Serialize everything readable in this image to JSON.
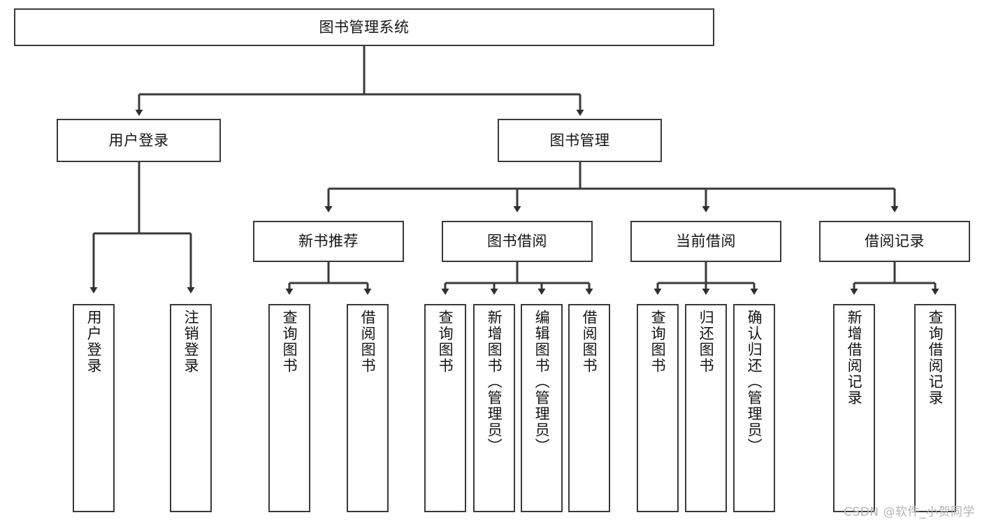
{
  "diagram": {
    "title": "图书管理系统",
    "root": {
      "id": "root",
      "label": "图书管理系统"
    },
    "level2": [
      {
        "id": "user-login",
        "label": "用户登录"
      },
      {
        "id": "book-management",
        "label": "图书管理"
      }
    ],
    "level3": [
      {
        "id": "new-book-recommend",
        "label": "新书推荐"
      },
      {
        "id": "book-borrow",
        "label": "图书借阅"
      },
      {
        "id": "current-borrow",
        "label": "当前借阅"
      },
      {
        "id": "borrow-record",
        "label": "借阅记录"
      }
    ],
    "leaves": {
      "user_login": [
        {
          "id": "leaf-user-login",
          "label": "用户登录"
        },
        {
          "id": "leaf-logout-login",
          "label": "注销登录"
        }
      ],
      "new_book_recommend": [
        {
          "id": "leaf-query-book-1",
          "label": "查询图书"
        },
        {
          "id": "leaf-borrow-book-1",
          "label": "借阅图书"
        }
      ],
      "book_borrow": [
        {
          "id": "leaf-query-book-2",
          "label": "查询图书"
        },
        {
          "id": "leaf-add-book",
          "label": "新增图书（管理员）"
        },
        {
          "id": "leaf-edit-book",
          "label": "编辑图书（管理员）"
        },
        {
          "id": "leaf-borrow-book-2",
          "label": "借阅图书"
        }
      ],
      "current_borrow": [
        {
          "id": "leaf-query-book-3",
          "label": "查询图书"
        },
        {
          "id": "leaf-return-book",
          "label": "归还图书"
        },
        {
          "id": "leaf-confirm-return",
          "label": "确认归还（管理员）"
        }
      ],
      "borrow_record": [
        {
          "id": "leaf-add-borrow-record",
          "label": "新增借阅记录"
        },
        {
          "id": "leaf-query-borrow-record",
          "label": "查询借阅记录"
        }
      ]
    }
  },
  "watermark": {
    "text": "CSDN @软件_小贺同学",
    "color": "#b4b4b4"
  },
  "colors": {
    "stroke": "#3a3a3a",
    "text": "#141414",
    "background": "#ffffff"
  }
}
